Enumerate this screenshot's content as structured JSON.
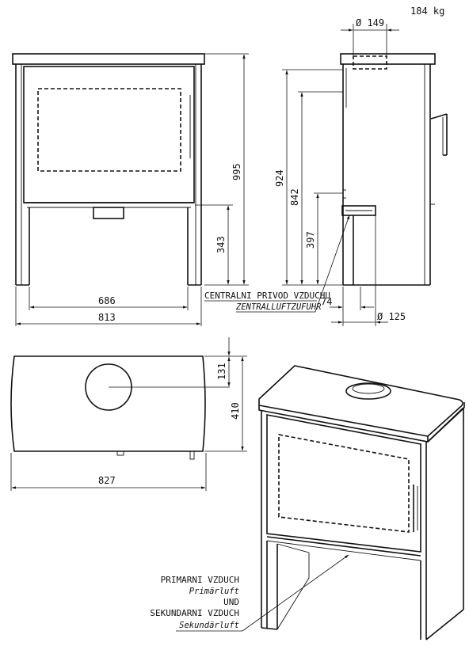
{
  "weight": "184 kg",
  "dims": {
    "front_width": "813",
    "inner_width": "686",
    "total_height": "995",
    "door_bottom_height": "343",
    "side_height_924": "924",
    "side_height_842": "842",
    "side_height_397": "397",
    "offset_74": "74",
    "flue_diameter": "Ø 149",
    "air_diameter": "Ø 125",
    "top_depth": "410",
    "top_offset": "131",
    "top_width": "827"
  },
  "labels": {
    "central_air_cz": "CENTRALNI PRIVOD VZDUCHU",
    "central_air_de": "ZENTRALLUFTZUFUHR",
    "primary_cz": "PRIMARNI VZDUCH",
    "primary_de": "Primärluft",
    "und": "UND",
    "secondary_cz": "SEKUNDARNI VZDUCH",
    "secondary_de": "Sekundärluft"
  }
}
